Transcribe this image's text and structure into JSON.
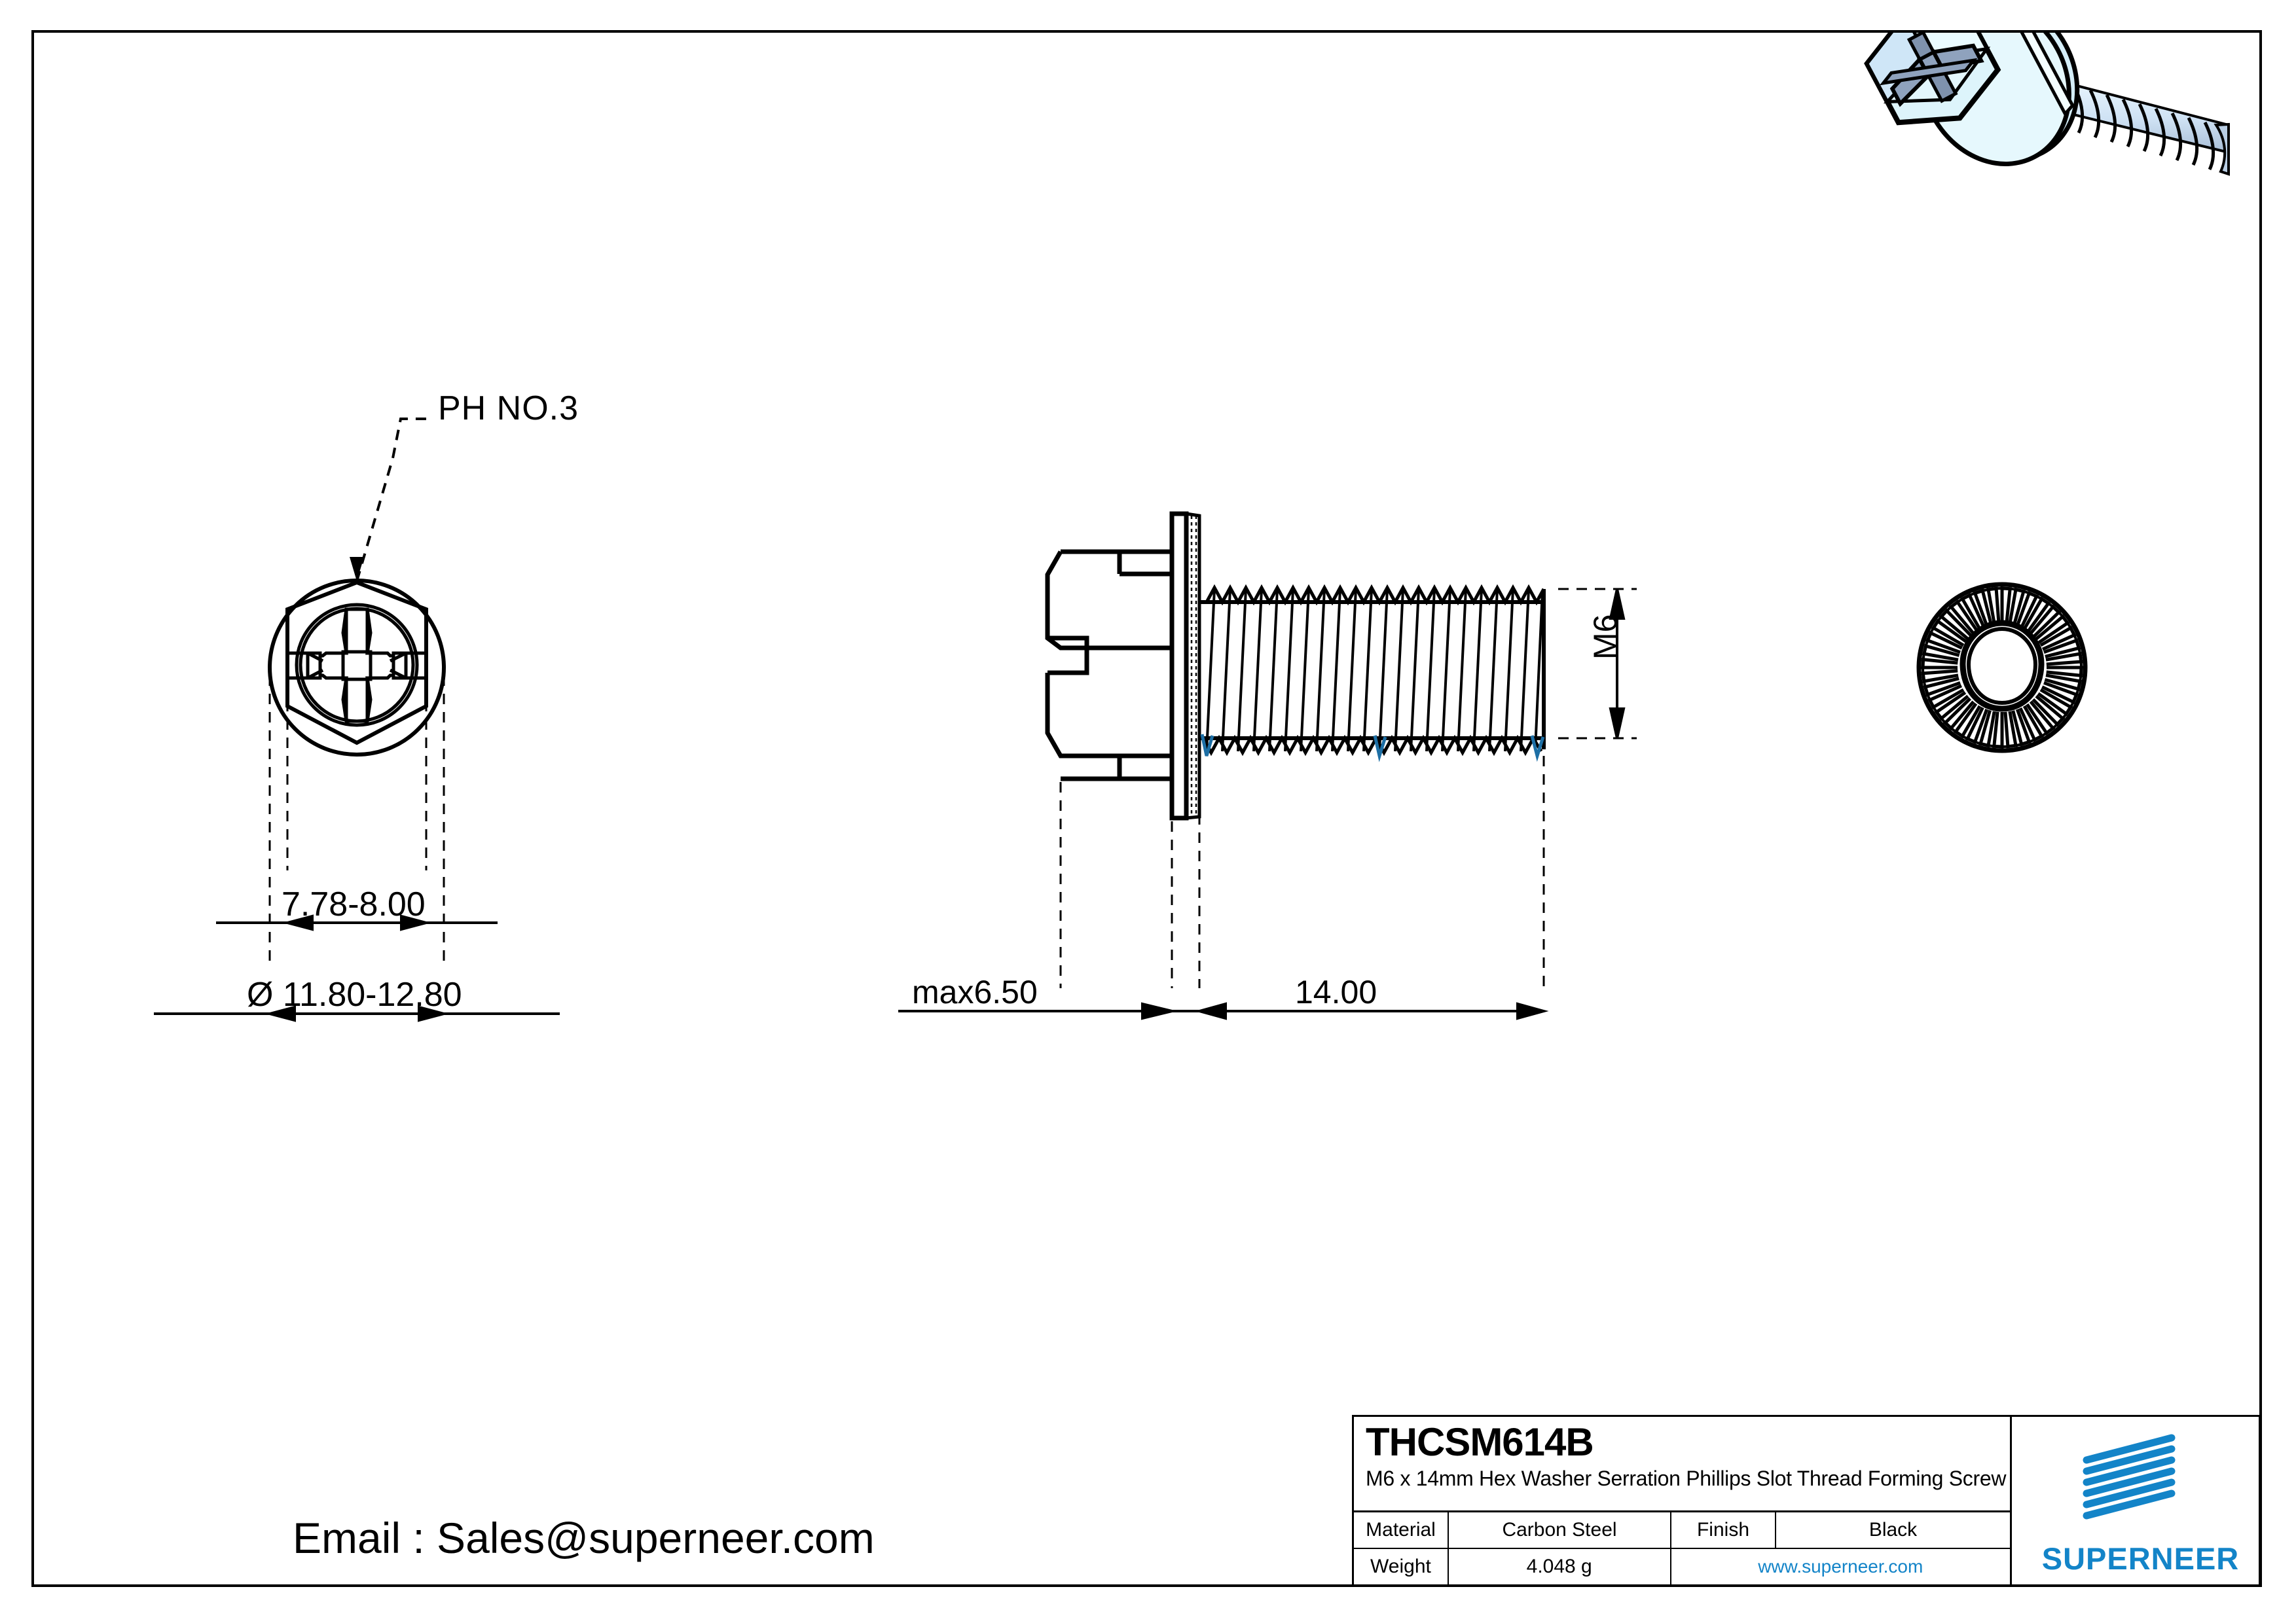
{
  "drawing": {
    "callout_driver": "PH NO.3",
    "dimensions": {
      "across_flats": "7.78-8.00",
      "head_diameter": "Ø 11.80-12.80",
      "head_height": "max6.50",
      "length": "14.00",
      "thread": "M6"
    },
    "contact": {
      "email_line": "Email : Sales@superneer.com"
    }
  },
  "title_block": {
    "part_number": "THCSM614B",
    "description": "M6 x 14mm Hex Washer Serration Phillips Slot Thread Forming Screw",
    "material_label": "Material",
    "material_value": "Carbon Steel",
    "finish_label": "Finish",
    "finish_value": "Black",
    "weight_label": "Weight",
    "weight_value": "4.048 g",
    "website": "www.superneer.com",
    "brand": "SUPERNEER"
  },
  "colors": {
    "line": "#000000",
    "brand_blue": "#1384c8",
    "iso_light": "#d9f5fb",
    "iso_mid": "#c3d6ec",
    "iso_dark": "#8fa2bd"
  }
}
